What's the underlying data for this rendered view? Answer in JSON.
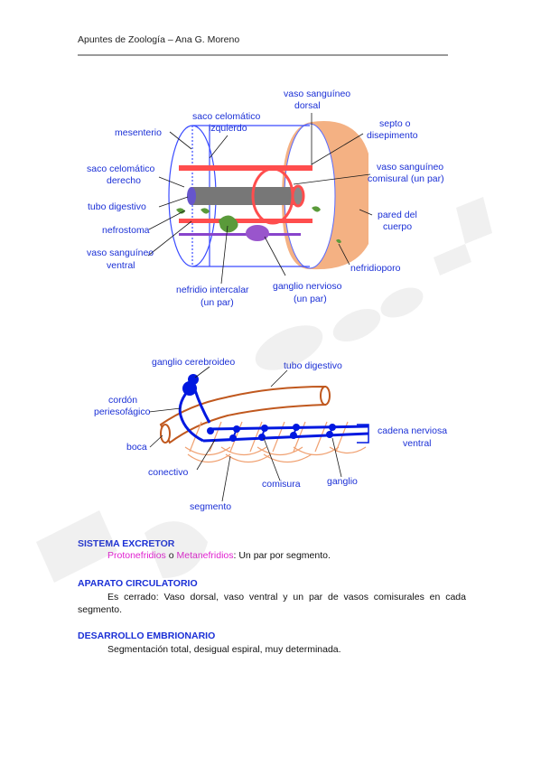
{
  "header": {
    "text": "Apuntes de Zoología – Ana G. Moreno"
  },
  "figure1": {
    "labels": {
      "vaso_dorsal": [
        "vaso sanguíneo",
        "dorsal"
      ],
      "saco_izq": [
        "saco celomático",
        "izquierdo"
      ],
      "mesenterio": "mesenterio",
      "septo": [
        "septo o",
        "disepimento"
      ],
      "saco_der": [
        "saco celomático",
        "derecho"
      ],
      "vaso_comisural": [
        "vaso sanguíneo",
        "comisural (un par)"
      ],
      "tubo_digestivo": "tubo digestivo",
      "pared": [
        "pared del",
        "cuerpo"
      ],
      "nefrostoma": "nefrostoma",
      "vaso_ventral": [
        "vaso sanguíneo",
        "ventral"
      ],
      "nefridioporo": "nefridioporo",
      "nefridio": [
        "nefridio intercalar",
        "(un par)"
      ],
      "ganglio": [
        "ganglio nervioso",
        "(un par)"
      ]
    }
  },
  "figure2": {
    "labels": {
      "ganglio_cerebroideo": "ganglio cerebroideo",
      "tubo_digestivo": "tubo digestivo",
      "cordon": [
        "cordón",
        "periesofágico"
      ],
      "cadena": [
        "cadena nerviosa",
        "ventral"
      ],
      "boca": "boca",
      "conectivo": "conectivo",
      "comisura": "comisura",
      "ganglio": "ganglio",
      "segmento": "segmento"
    }
  },
  "sections": {
    "excretor": {
      "title": "SISTEMA EXCRETOR",
      "term1": "Protonefridios",
      "connector": " o ",
      "term2": "Metanefridios",
      "rest": ": Un par por segmento."
    },
    "circulatorio": {
      "title": "APARATO CIRCULATORIO",
      "line1": "Es cerrado: Vaso dorsal, vaso ventral y un par de vasos comisurales en cada",
      "line2": "segmento."
    },
    "embrionario": {
      "title": "DESARROLLO EMBRIONARIO",
      "text": "Segmentación total, desigual espiral, muy determinada."
    }
  },
  "colors": {
    "label_blue": "#1a2fd6",
    "pink_term": "#e020d0",
    "body_wall": "#f4b183",
    "vessel_red": "#ff4040",
    "nerve_blue": "#0018e0",
    "gut_brown": "#c0581e"
  }
}
